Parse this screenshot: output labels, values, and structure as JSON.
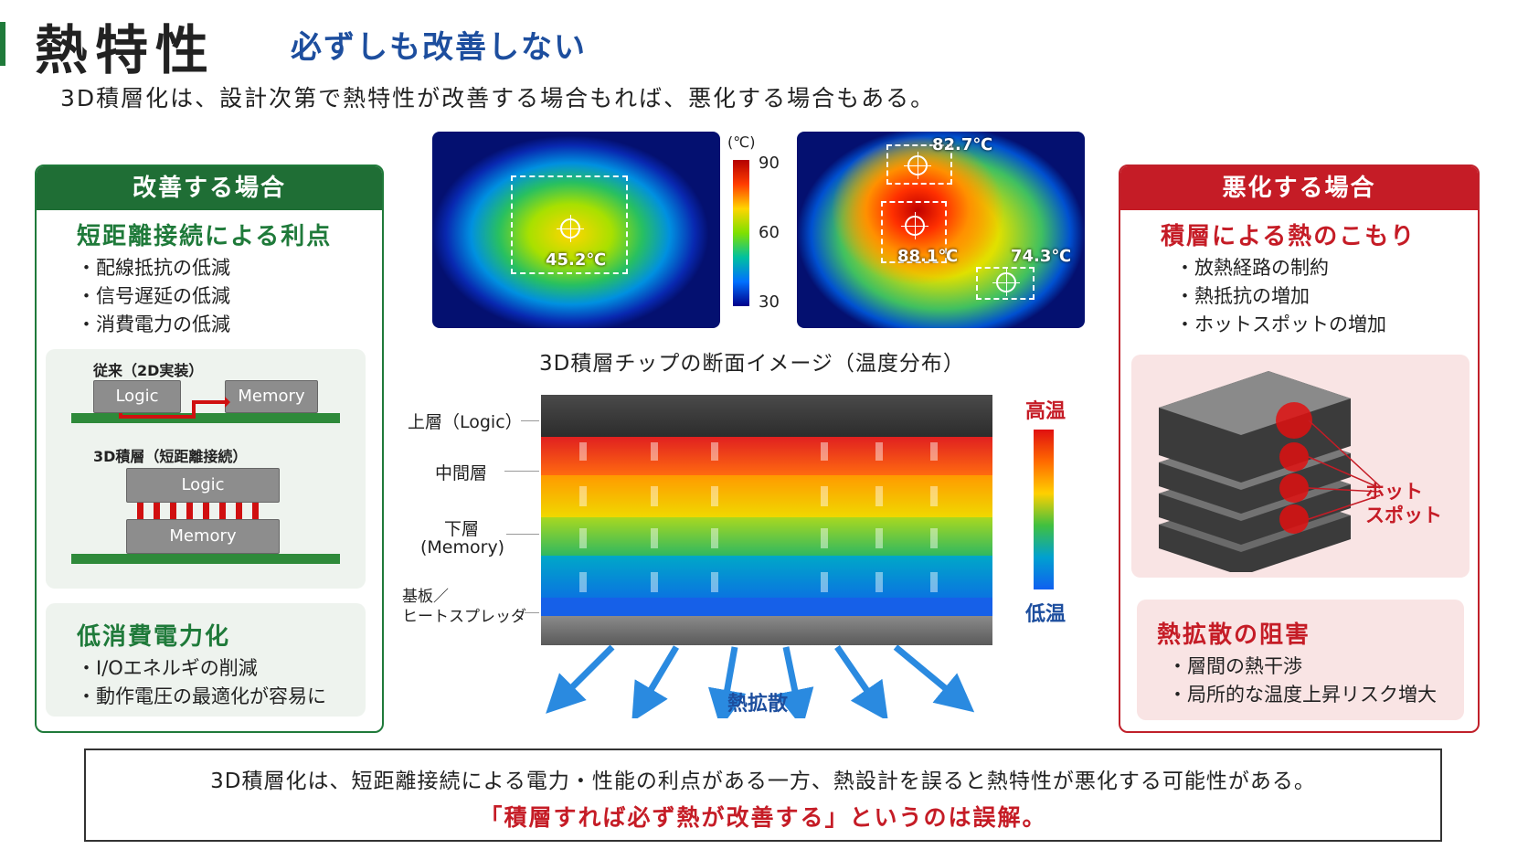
{
  "header": {
    "title": "熱特性",
    "subtitle": "必ずしも改善しない",
    "lead": "3D積層化は、設計次第で熱特性が改善する場合もれば、悪化する場合もある。"
  },
  "left_panel": {
    "heading": "改善する場合",
    "section1_title": "短距離接続による利点",
    "section1_items": [
      "配線抵抗の低減",
      "信号遅延の低減",
      "消費電力の低減"
    ],
    "diagram": {
      "label_2d": "従来（2D実装）",
      "label_3d": "3D積層（短距離接続）",
      "chip_logic": "Logic",
      "chip_memory": "Memory"
    },
    "section2_title": "低消費電力化",
    "section2_items": [
      "I/Oエネルギの削減",
      "動作電圧の最適化が容易に"
    ]
  },
  "thermal": {
    "left_temp": "45.2℃",
    "right_temp_top": "82.7℃",
    "right_temp_mid": "88.1℃",
    "right_temp_side": "74.3℃",
    "unit": "(℃)",
    "scale_ticks": [
      "90",
      "60",
      "30"
    ]
  },
  "cross_section": {
    "title": "3D積層チップの断面イメージ（温度分布）",
    "labels": {
      "top": "上層（Logic）",
      "middle": "中間層",
      "bottom_line1": "下層",
      "bottom_line2": "(Memory)",
      "substrate_line1": "基板／",
      "substrate_line2": "ヒートスプレッダ"
    },
    "scale_high": "高温",
    "scale_low": "低温",
    "arrow_label": "熱拡散"
  },
  "right_panel": {
    "heading": "悪化する場合",
    "section1_title": "積層による熱のこもり",
    "section1_items": [
      "放熱経路の制約",
      "熱抵抗の増加",
      "ホットスポットの増加"
    ],
    "hotspot_line1": "ホット",
    "hotspot_line2": "スポット",
    "section2_title": "熱拡散の阻害",
    "section2_items": [
      "層間の熱干渉",
      "局所的な温度上昇リスク増大"
    ]
  },
  "summary": {
    "line1": "3D積層化は、短距離接続による電力・性能の利点がある一方、熱設計を誤ると熱特性が悪化する可能性がある。",
    "line2": "「積層すれば必ず熱が改善する」というのは誤解。"
  },
  "colors": {
    "green": "#1f7a3a",
    "red": "#c51c26",
    "blue": "#1d4e9e"
  }
}
